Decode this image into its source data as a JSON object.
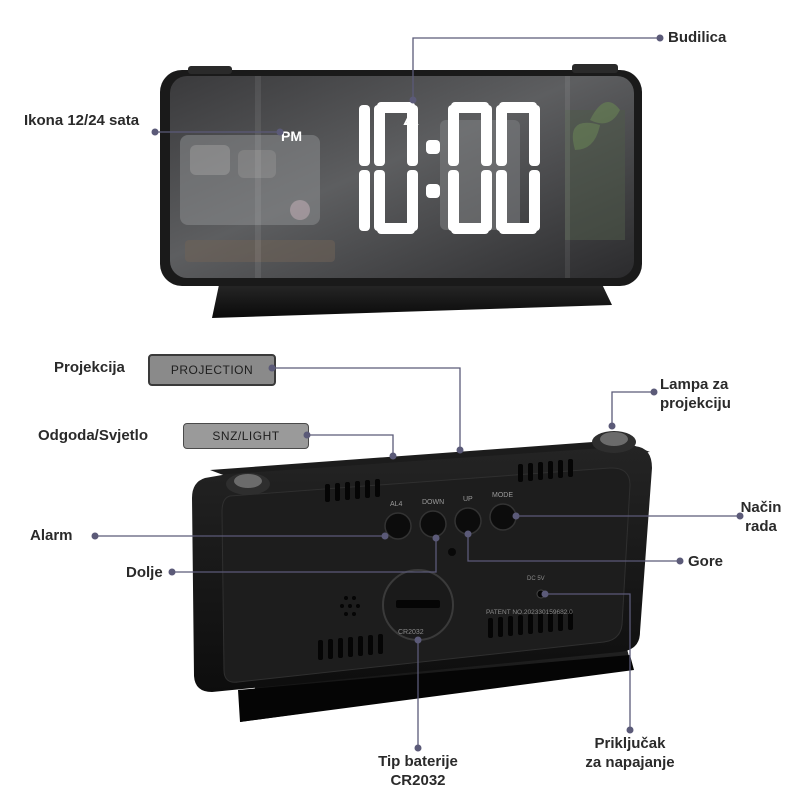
{
  "labels": {
    "alarm_clock": "Budilica",
    "icon_12_24": "Ikona 12/24 sata",
    "projection": "Projekcija",
    "snooze_light": "Odgoda/Svjetlo",
    "alarm": "Alarm",
    "down": "Dolje",
    "lamp_line1": "Lampa za",
    "lamp_line2": "projekciju",
    "mode_line1": "Način",
    "mode_line2": "rada",
    "up": "Gore",
    "battery_line1": "Tip baterije",
    "battery_line2": "CR2032",
    "power_line1": "Priključak",
    "power_line2": "za napajanje"
  },
  "device": {
    "display_time": "10:00",
    "ampm": "PM",
    "projection_button": "PROJECTION",
    "snooze_button": "SNZ/LIGHT",
    "back_buttons": [
      "AL4",
      "DOWN",
      "UP",
      "MODE"
    ],
    "battery_text": "CR2032",
    "patent_text": "PATENT NO.202330159682.0",
    "power_text": "DC 5V"
  },
  "colors": {
    "leader": "#5b5a78",
    "body": "#151515",
    "digits": "#ffffff"
  }
}
